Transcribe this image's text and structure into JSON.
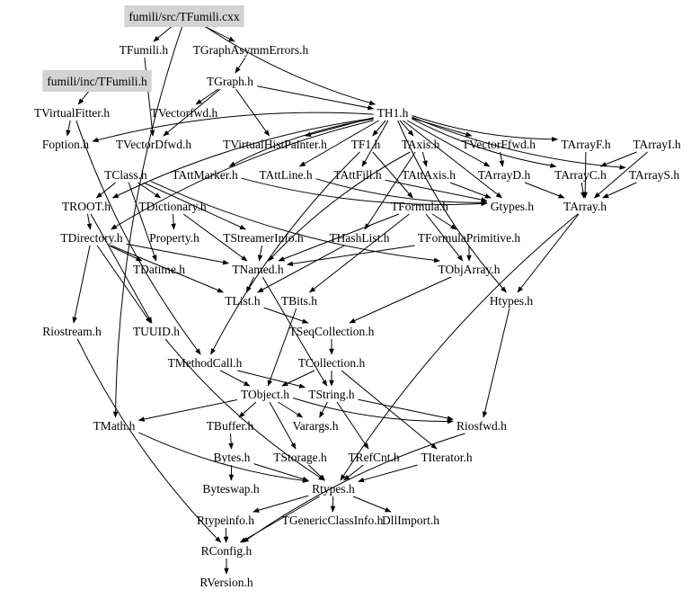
{
  "diagram": {
    "title": "Include dependency graph for fumili/src/TFumili.cxx",
    "colors": {
      "highlight": "#d3d3d3",
      "edge": "#000000",
      "text": "#000000",
      "background": "#ffffff"
    },
    "nodes": [
      {
        "id": "TFumili_cxx",
        "label": "fumili/src/TFumili.cxx",
        "highlighted": true
      },
      {
        "id": "TFumili_h",
        "label": "TFumili.h"
      },
      {
        "id": "TGraphAsymmErrors",
        "label": "TGraphAsymmErrors.h"
      },
      {
        "id": "inc_TFumili",
        "label": "fumili/inc/TFumili.h",
        "highlighted": true
      },
      {
        "id": "TGraph",
        "label": "TGraph.h"
      },
      {
        "id": "TVirtualFitter",
        "label": "TVirtualFitter.h"
      },
      {
        "id": "TVectorfwd",
        "label": "TVectorfwd.h"
      },
      {
        "id": "TH1",
        "label": "TH1.h"
      },
      {
        "id": "Foption",
        "label": "Foption.h"
      },
      {
        "id": "TVectorDfwd",
        "label": "TVectorDfwd.h"
      },
      {
        "id": "TVirtualHistPainter",
        "label": "TVirtualHistPainter.h"
      },
      {
        "id": "TF1",
        "label": "TF1.h"
      },
      {
        "id": "TAxis",
        "label": "TAxis.h"
      },
      {
        "id": "TVectorFfwd",
        "label": "TVectorFfwd.h"
      },
      {
        "id": "TArrayF",
        "label": "TArrayF.h"
      },
      {
        "id": "TArrayI",
        "label": "TArrayI.h"
      },
      {
        "id": "TClass",
        "label": "TClass.h"
      },
      {
        "id": "TAttMarker",
        "label": "TAttMarker.h"
      },
      {
        "id": "TAttLine",
        "label": "TAttLine.h"
      },
      {
        "id": "TAttFill",
        "label": "TAttFill.h"
      },
      {
        "id": "TAttAxis",
        "label": "TAttAxis.h"
      },
      {
        "id": "TArrayD",
        "label": "TArrayD.h"
      },
      {
        "id": "TArrayC",
        "label": "TArrayC.h"
      },
      {
        "id": "TArrayS",
        "label": "TArrayS.h"
      },
      {
        "id": "TROOT",
        "label": "TROOT.h"
      },
      {
        "id": "TDictionary",
        "label": "TDictionary.h"
      },
      {
        "id": "TFormula",
        "label": "TFormula.h"
      },
      {
        "id": "Gtypes",
        "label": "Gtypes.h"
      },
      {
        "id": "TArray",
        "label": "TArray.h"
      },
      {
        "id": "TDirectory",
        "label": "TDirectory.h"
      },
      {
        "id": "Property",
        "label": "Property.h"
      },
      {
        "id": "TStreamerInfo",
        "label": "TStreamerInfo.h"
      },
      {
        "id": "THashList",
        "label": "THashList.h"
      },
      {
        "id": "TFormulaPrimitive",
        "label": "TFormulaPrimitive.h"
      },
      {
        "id": "TDatime",
        "label": "TDatime.h"
      },
      {
        "id": "TNamed",
        "label": "TNamed.h"
      },
      {
        "id": "TObjArray",
        "label": "TObjArray.h"
      },
      {
        "id": "TList",
        "label": "TList.h"
      },
      {
        "id": "TBits",
        "label": "TBits.h"
      },
      {
        "id": "Htypes",
        "label": "Htypes.h"
      },
      {
        "id": "Riostream",
        "label": "Riostream.h"
      },
      {
        "id": "TUUID",
        "label": "TUUID.h"
      },
      {
        "id": "TSeqCollection",
        "label": "TSeqCollection.h"
      },
      {
        "id": "TMethodCall",
        "label": "TMethodCall.h"
      },
      {
        "id": "TCollection",
        "label": "TCollection.h"
      },
      {
        "id": "TObject",
        "label": "TObject.h"
      },
      {
        "id": "TString",
        "label": "TString.h"
      },
      {
        "id": "TMath",
        "label": "TMath.h"
      },
      {
        "id": "TBuffer",
        "label": "TBuffer.h"
      },
      {
        "id": "Varargs",
        "label": "Varargs.h"
      },
      {
        "id": "Riosfwd",
        "label": "Riosfwd.h"
      },
      {
        "id": "Bytes",
        "label": "Bytes.h"
      },
      {
        "id": "TStorage",
        "label": "TStorage.h"
      },
      {
        "id": "TRefCnt",
        "label": "TRefCnt.h"
      },
      {
        "id": "TIterator",
        "label": "TIterator.h"
      },
      {
        "id": "Byteswap",
        "label": "Byteswap.h"
      },
      {
        "id": "Rtypes",
        "label": "Rtypes.h"
      },
      {
        "id": "Rtypeinfo",
        "label": "Rtypeinfo.h"
      },
      {
        "id": "TGenericClassInfo",
        "label": "TGenericClassInfo.h"
      },
      {
        "id": "DllImport",
        "label": "DllImport.h"
      },
      {
        "id": "RConfig",
        "label": "RConfig.h"
      },
      {
        "id": "RVersion",
        "label": "RVersion.h"
      }
    ],
    "edges": [
      [
        "TFumili_cxx",
        "TFumili_h"
      ],
      [
        "TFumili_cxx",
        "TGraphAsymmErrors"
      ],
      [
        "TFumili_cxx",
        "TH1"
      ],
      [
        "TFumili_cxx",
        "TMath"
      ],
      [
        "TGraphAsymmErrors",
        "TGraph"
      ],
      [
        "inc_TFumili",
        "TVirtualFitter"
      ],
      [
        "TFumili_h",
        "TVectorDfwd"
      ],
      [
        "TGraph",
        "TVectorfwd"
      ],
      [
        "TGraph",
        "TVectorDfwd"
      ],
      [
        "TGraph",
        "TH1"
      ],
      [
        "TGraph",
        "TVirtualHistPainter"
      ],
      [
        "TVirtualFitter",
        "Foption"
      ],
      [
        "TVirtualFitter",
        "TMethodCall"
      ],
      [
        "TH1",
        "TF1"
      ],
      [
        "TH1",
        "TAxis"
      ],
      [
        "TH1",
        "TVectorFfwd"
      ],
      [
        "TH1",
        "TArrayF"
      ],
      [
        "TH1",
        "TArrayC"
      ],
      [
        "TH1",
        "TArrayS"
      ],
      [
        "TH1",
        "TArrayD"
      ],
      [
        "TH1",
        "TVirtualHistPainter"
      ],
      [
        "TH1",
        "Foption"
      ],
      [
        "TH1",
        "TAttMarker"
      ],
      [
        "TH1",
        "TAttLine"
      ],
      [
        "TH1",
        "TAttFill"
      ],
      [
        "TH1",
        "Gtypes"
      ],
      [
        "TH1",
        "TROOT"
      ],
      [
        "TH1",
        "TDirectory"
      ],
      [
        "TH1",
        "Htypes"
      ],
      [
        "TF1",
        "TFormula"
      ],
      [
        "TF1",
        "TMethodCall"
      ],
      [
        "TAxis",
        "TAttAxis"
      ],
      [
        "TAxis",
        "THashList"
      ],
      [
        "TAxis",
        "TNamed"
      ],
      [
        "TVectorFfwd",
        "TArrayD"
      ],
      [
        "TArrayF",
        "TArray"
      ],
      [
        "TArrayI",
        "TArray"
      ],
      [
        "TArrayI",
        "TArrayC"
      ],
      [
        "TArrayC",
        "TArray"
      ],
      [
        "TArrayS",
        "TArray"
      ],
      [
        "TArrayD",
        "TArray"
      ],
      [
        "TClass",
        "TROOT"
      ],
      [
        "TClass",
        "TDictionary"
      ],
      [
        "TClass",
        "TStreamerInfo"
      ],
      [
        "TClass",
        "TObjArray"
      ],
      [
        "TClass",
        "TDatime"
      ],
      [
        "TAttMarker",
        "Gtypes"
      ],
      [
        "TAttLine",
        "Gtypes"
      ],
      [
        "TAttFill",
        "Gtypes"
      ],
      [
        "TAttAxis",
        "Gtypes"
      ],
      [
        "TROOT",
        "TDirectory"
      ],
      [
        "TROOT",
        "TUUID"
      ],
      [
        "TDictionary",
        "Property"
      ],
      [
        "TDictionary",
        "TNamed"
      ],
      [
        "TDirectory",
        "TDatime"
      ],
      [
        "TDirectory",
        "TNamed"
      ],
      [
        "TDirectory",
        "TList"
      ],
      [
        "TDirectory",
        "TUUID"
      ],
      [
        "TDirectory",
        "Riostream"
      ],
      [
        "TStreamerInfo",
        "TNamed"
      ],
      [
        "THashList",
        "TList"
      ],
      [
        "TFormula",
        "TFormulaPrimitive"
      ],
      [
        "TFormula",
        "TNamed"
      ],
      [
        "TFormula",
        "TBits"
      ],
      [
        "TFormula",
        "TObjArray"
      ],
      [
        "TFormulaPrimitive",
        "TObjArray"
      ],
      [
        "TFormulaPrimitive",
        "TNamed"
      ],
      [
        "TNamed",
        "TList"
      ],
      [
        "TNamed",
        "TString"
      ],
      [
        "TObjArray",
        "TSeqCollection"
      ],
      [
        "TList",
        "TSeqCollection"
      ],
      [
        "TBits",
        "TObject"
      ],
      [
        "TArray",
        "Htypes"
      ],
      [
        "TArray",
        "Rtypes"
      ],
      [
        "Htypes",
        "Riosfwd"
      ],
      [
        "TSeqCollection",
        "TCollection"
      ],
      [
        "TMethodCall",
        "TObject"
      ],
      [
        "TMethodCall",
        "TString"
      ],
      [
        "TCollection",
        "TString"
      ],
      [
        "TCollection",
        "TIterator"
      ],
      [
        "TCollection",
        "TObject"
      ],
      [
        "TObject",
        "TBuffer"
      ],
      [
        "TObject",
        "Varargs"
      ],
      [
        "TObject",
        "TStorage"
      ],
      [
        "TObject",
        "Riosfwd"
      ],
      [
        "TObject",
        "TMath"
      ],
      [
        "TString",
        "TRefCnt"
      ],
      [
        "TString",
        "Riosfwd"
      ],
      [
        "TString",
        "Varargs"
      ],
      [
        "TBuffer",
        "Bytes"
      ],
      [
        "Bytes",
        "Byteswap"
      ],
      [
        "Bytes",
        "Rtypes"
      ],
      [
        "TStorage",
        "Rtypes"
      ],
      [
        "TRefCnt",
        "Rtypes"
      ],
      [
        "TIterator",
        "Rtypes"
      ],
      [
        "TMath",
        "Rtypes"
      ],
      [
        "TUUID",
        "Rtypes"
      ],
      [
        "Riosfwd",
        "RConfig"
      ],
      [
        "Riostream",
        "RConfig"
      ],
      [
        "Rtypes",
        "Rtypeinfo"
      ],
      [
        "Rtypes",
        "TGenericClassInfo"
      ],
      [
        "Rtypes",
        "DllImport"
      ],
      [
        "Rtypes",
        "RConfig"
      ],
      [
        "Rtypeinfo",
        "RConfig"
      ],
      [
        "RConfig",
        "RVersion"
      ]
    ]
  }
}
